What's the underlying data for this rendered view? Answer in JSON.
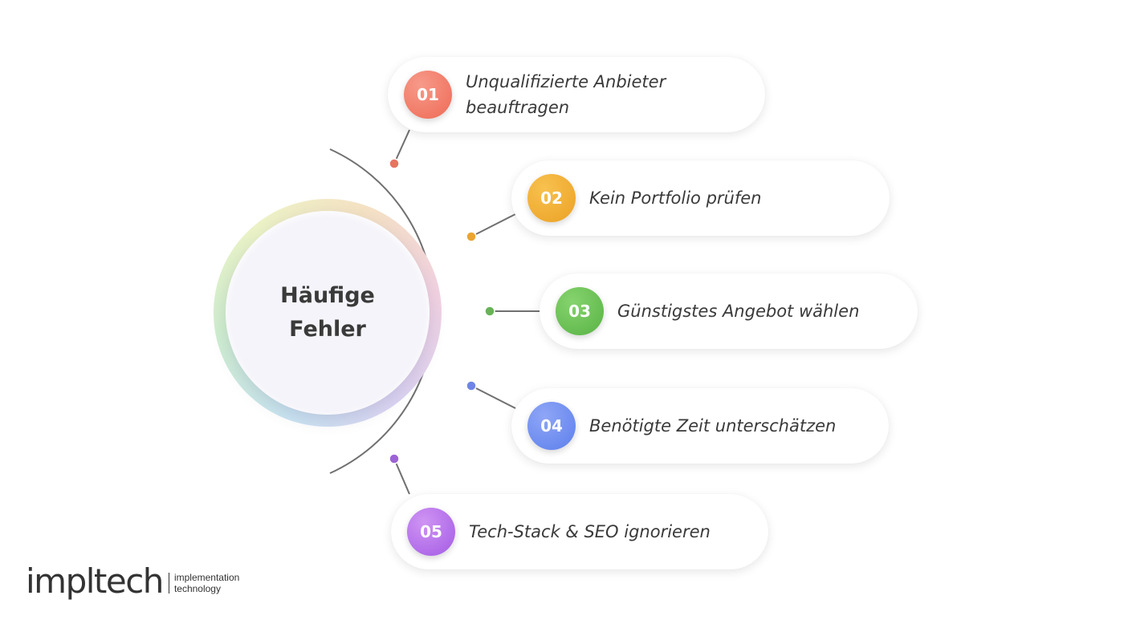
{
  "hub": {
    "title": "Häufige Fehler"
  },
  "items": [
    {
      "number": "01",
      "label": "Unqualifizierte Anbieter beauftragen",
      "color_from": "#f79a8a",
      "color_to": "#ee6a55",
      "dot_color": "#e8735f"
    },
    {
      "number": "02",
      "label": "Kein Portfolio prüfen",
      "color_from": "#f8c14f",
      "color_to": "#eba124",
      "dot_color": "#e9a531"
    },
    {
      "number": "03",
      "label": "Günstigstes Angebot wählen",
      "color_from": "#86d36e",
      "color_to": "#58b344",
      "dot_color": "#67b356"
    },
    {
      "number": "04",
      "label": "Benötigte Zeit unterschätzen",
      "color_from": "#8fa6f6",
      "color_to": "#5c7fec",
      "dot_color": "#6e86e3"
    },
    {
      "number": "05",
      "label": "Tech-Stack & SEO ignorieren",
      "color_from": "#cf94f3",
      "color_to": "#a35be4",
      "dot_color": "#9c63d6"
    }
  ],
  "logo": {
    "word": "impltech",
    "line1": "implementation",
    "line2": "technology"
  },
  "colors": {
    "connector": "#707070",
    "text": "#3a3a3a",
    "background": "#ffffff"
  }
}
